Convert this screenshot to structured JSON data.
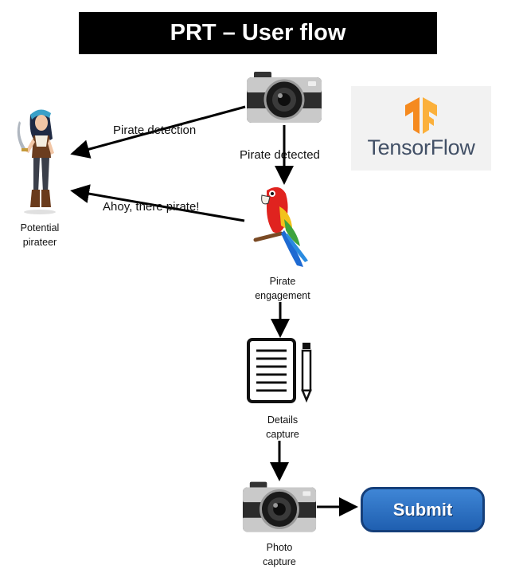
{
  "title": "PRT – User flow",
  "nodes": {
    "pirate_label": "Potential\npirateer",
    "parrot_label": "Pirate\nengagement",
    "document_label": "Details\ncapture",
    "photo_label": "Photo\ncapture",
    "submit_label": "Submit",
    "tensorflow_label": "TensorFlow"
  },
  "edges": {
    "camera_to_pirate": "Pirate detection",
    "camera_to_parrot": "Pirate detected",
    "parrot_to_pirate": "Ahoy, there pirate!"
  },
  "colors": {
    "title_bg": "#000000",
    "submit_bg": "#2a6fc4",
    "tensorflow_orange": "#f58a1f",
    "tensorflow_text": "#425066"
  }
}
